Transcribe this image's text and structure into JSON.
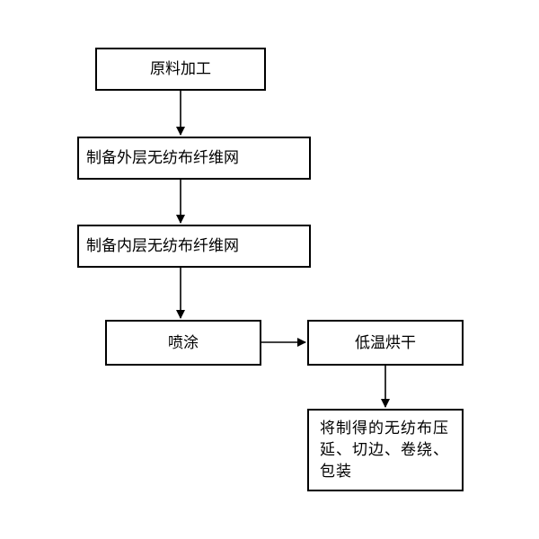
{
  "flowchart": {
    "steps": [
      {
        "label": "原料加工"
      },
      {
        "label": "制备外层无纺布纤维网"
      },
      {
        "label": "制备内层无纺布纤维网"
      },
      {
        "label": "喷涂"
      },
      {
        "label": "低温烘干"
      },
      {
        "label": "将制得的无纺布压延、切边、卷绕、包装"
      }
    ]
  }
}
